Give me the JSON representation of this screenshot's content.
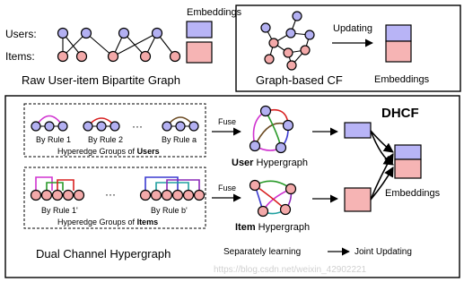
{
  "colors": {
    "user_node": "#b3b0f2",
    "item_node": "#f3a9a9",
    "user_box": "#b8b4f6",
    "item_box": "#f6b4b4",
    "edge_magenta": "#d033d0",
    "edge_red": "#d82020",
    "edge_brown": "#6b4a22",
    "edge_green": "#2a9a2a",
    "edge_blue": "#3a3ad0",
    "edge_teal": "#20a0a0",
    "edge_purple": "#8a2ab8",
    "watermark": "#d0d0d0"
  },
  "top": {
    "raw": {
      "users_label": "Users:",
      "items_label": "Items:",
      "title": "Raw User-item Bipartite Graph",
      "embeddings_label": "Embeddings"
    },
    "cf": {
      "updating_label": "Updating",
      "title": "Graph-based CF",
      "embeddings_label": "Embeddings"
    }
  },
  "dhcf": {
    "title": "DHCF",
    "user_groups": {
      "rule_labels": [
        "By Rule 1",
        "By Rule 2",
        "By Rule a"
      ],
      "ellipsis": "···",
      "caption_prefix": "Hyperedge Groups of ",
      "caption_bold": "Users"
    },
    "item_groups": {
      "rule_labels": [
        "By Rule 1'",
        "By Rule b'"
      ],
      "ellipsis": "···",
      "caption_prefix": "Hyperedge Groups of ",
      "caption_bold": "Items"
    },
    "fuse_label": "Fuse",
    "user_hypergraph": {
      "bold": "User",
      "rest": " Hypergraph"
    },
    "item_hypergraph": {
      "bold": "Item",
      "rest": " Hypergraph"
    },
    "embeddings_label": "Embeddings",
    "footer": {
      "title": "Dual Channel Hypergraph",
      "separately": "Separately learning",
      "joint": "Joint Updating"
    },
    "watermark": "https://blog.csdn.net/weixin_42902221"
  }
}
